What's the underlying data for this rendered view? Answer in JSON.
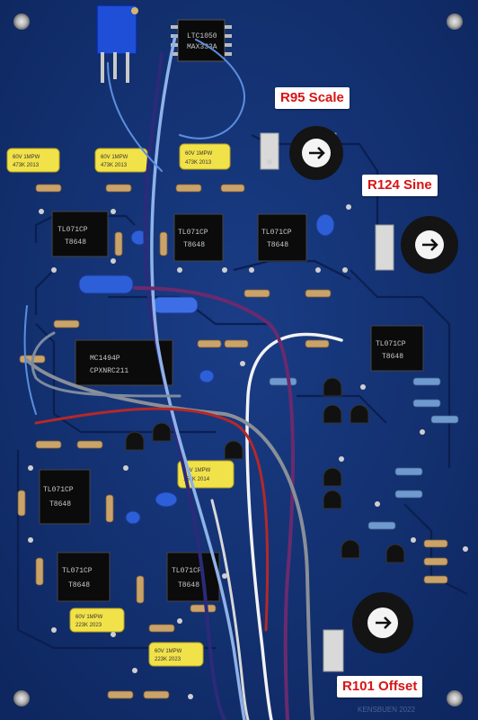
{
  "labels": {
    "r95": "R95 Scale",
    "r124": "R124 Sine",
    "r101": "R101 Offset"
  },
  "chips": {
    "tl071": "TL071CP",
    "date_code": "T8648",
    "mc1494": "MC1494P",
    "mc1494_sub": "CPXNRC211",
    "small_ic": "LTC1050",
    "small_ic_sub": "MAX333A"
  },
  "caps": {
    "film_a": "60V 1MPW",
    "film_b": "473K 2013",
    "film_c": "154K 2014",
    "film_d": "223K 2023"
  },
  "credit": "KENSBUEN 2022",
  "colors": {
    "pcb": "#12306e",
    "label_text": "#d81414",
    "label_bg": "#ffffff",
    "film_cap": "#f2e24a"
  }
}
